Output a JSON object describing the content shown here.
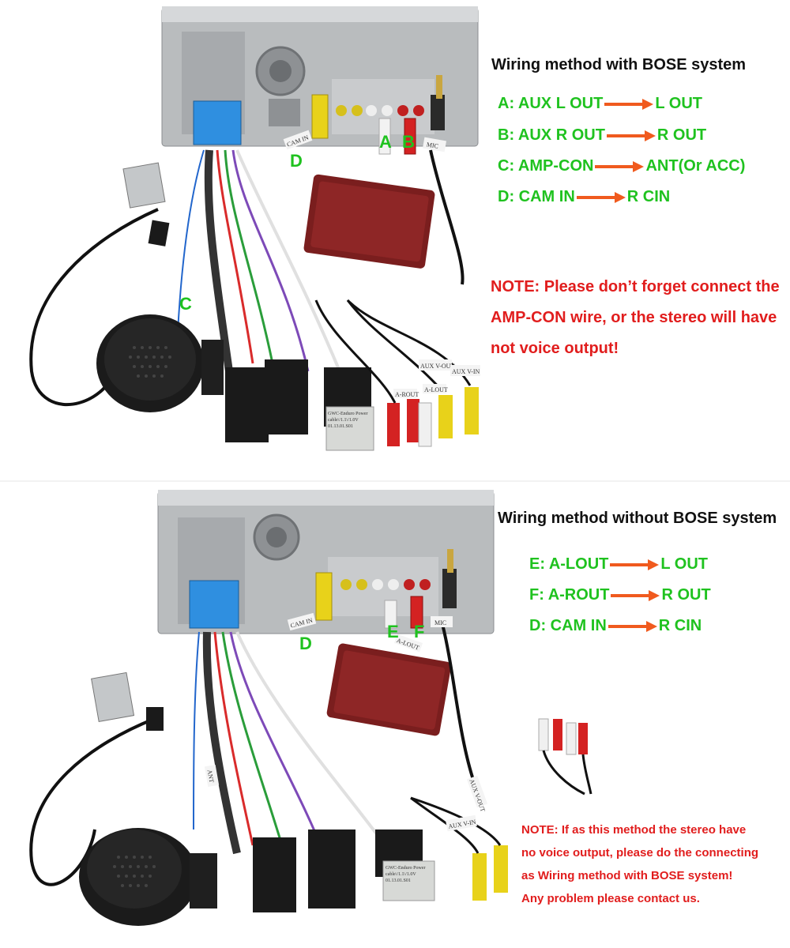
{
  "section_bose": {
    "title": "Wiring method with BOSE system",
    "mappings": [
      {
        "from": "A: AUX L OUT",
        "to": "L OUT"
      },
      {
        "from": "B: AUX R OUT",
        "to": "R OUT"
      },
      {
        "from": "C: AMP-CON",
        "to": "ANT(Or ACC)"
      },
      {
        "from": "D: CAM IN",
        "to": "R CIN"
      }
    ],
    "note": "NOTE: Please don’t forget connect the AMP-CON wire, or the stereo will have not voice output!",
    "callouts": {
      "a": "A",
      "b": "B",
      "c": "C",
      "d": "D"
    },
    "tags": {
      "cam_in": "CAM IN",
      "mic": "MIC",
      "aux_v_out": "AUX V-OUT",
      "aux_v_in": "AUX V-IN",
      "a_rout": "A-ROUT",
      "a_lout": "A-LOUT",
      "label_box": "GWC-Enduro Power cable\\/1.1\\/1.0V 01.13.01.S01"
    }
  },
  "section_no_bose": {
    "title": "Wiring method without BOSE system",
    "mappings": [
      {
        "from": "E: A-LOUT",
        "to": "L OUT"
      },
      {
        "from": "F: A-ROUT",
        "to": "R OUT"
      },
      {
        "from": "D: CAM IN",
        "to": "R CIN"
      }
    ],
    "note_lines": [
      "NOTE: If as this method the stereo have",
      "no voice output, please do the connecting",
      "as Wiring method with BOSE system!",
      "Any problem please contact us."
    ],
    "callouts": {
      "d": "D",
      "e": "E",
      "f": "F"
    },
    "tags": {
      "cam_in": "CAM IN",
      "mic": "MIC",
      "aux_v_out": "AUX V-OUT",
      "aux_v_in": "AUX V-IN",
      "a_lout": "A-LOUT",
      "ant": "ANT",
      "label_box": "GWC-Enduro Power cable\\/1.1\\/1.0V 01.13.01.S01"
    }
  },
  "colors": {
    "green_label": "#1fc21f",
    "red_note": "#e11d1d",
    "arrow_orange": "#f05a1e",
    "title_text": "#111111"
  }
}
